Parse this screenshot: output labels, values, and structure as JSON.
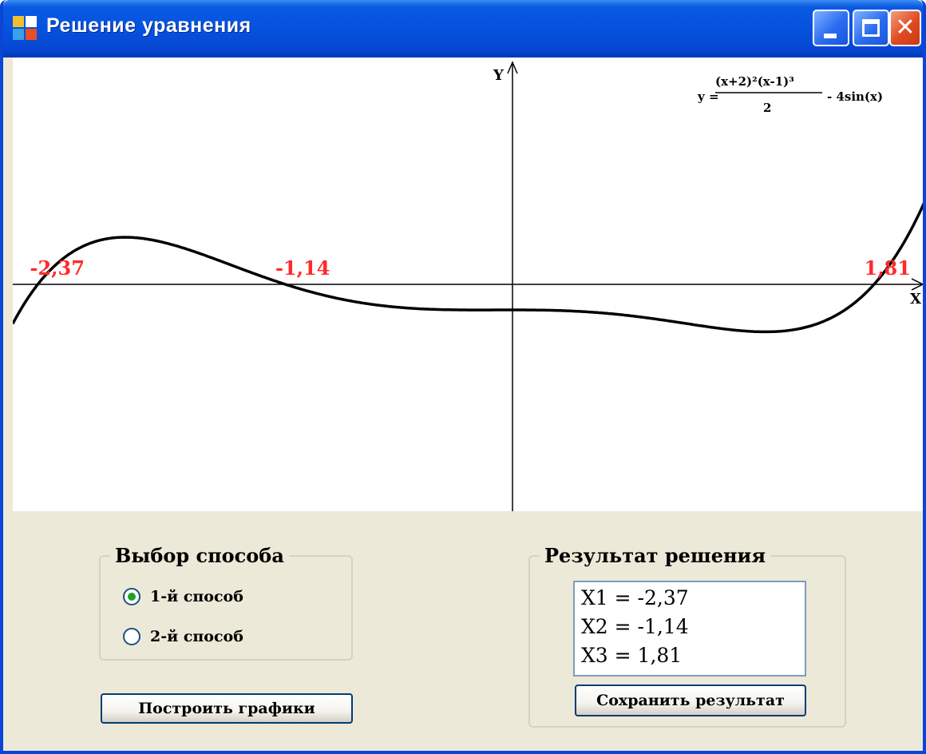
{
  "window": {
    "title": "Решение уравнения"
  },
  "plot": {
    "y_axis_label": "Y",
    "x_axis_label": "X",
    "formula": {
      "lhs": "y =",
      "numerator": "(x+2)²(x-1)³",
      "denominator": "2",
      "rhs": "- 4sin(x)"
    },
    "root_color": "#ff2a2a"
  },
  "chart_data": {
    "type": "line",
    "title": "",
    "xlabel": "X",
    "ylabel": "Y",
    "xlim": [
      -2.7,
      2.2
    ],
    "ylim": [
      -8.2,
      12
    ],
    "grid": false,
    "function": "(x+2)^2*(x-1)^3/2 - 4*sin(x)",
    "roots": [
      -2.37,
      -1.14,
      1.81
    ],
    "root_labels": [
      "-2,37",
      "-1,14",
      "1,81"
    ]
  },
  "method_group": {
    "title": "Выбор способа",
    "options": [
      {
        "label": "1-й способ",
        "checked": true
      },
      {
        "label": "2-й способ",
        "checked": false
      }
    ]
  },
  "plot_button": {
    "label": "Построить графики"
  },
  "result_group": {
    "title": "Результат решения",
    "lines": [
      "X1 = -2,37",
      "X2 = -1,14",
      "X3 = 1,81"
    ],
    "save_label": "Сохранить результат"
  }
}
